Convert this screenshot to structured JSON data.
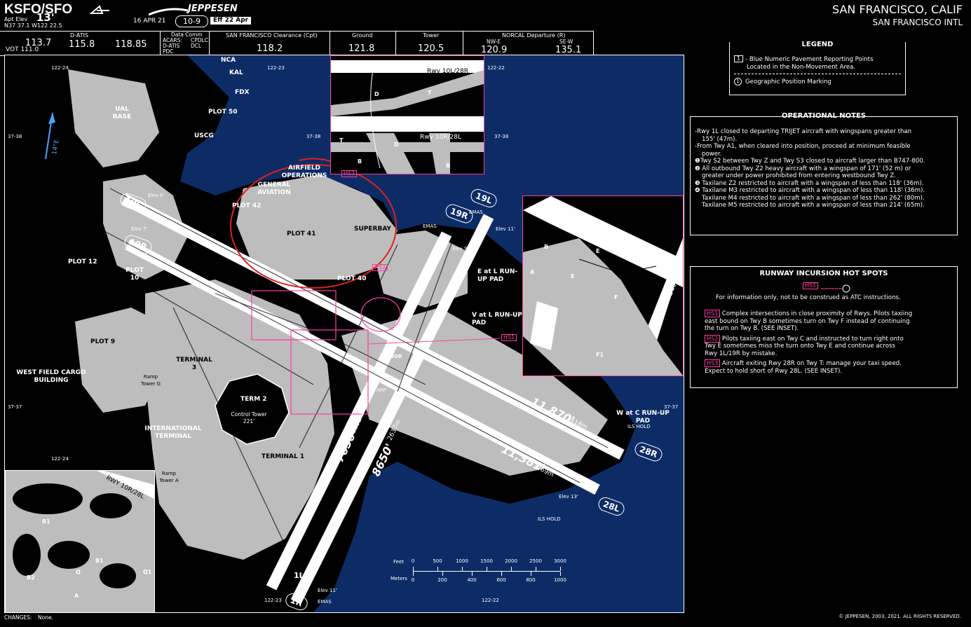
{
  "header": {
    "airport_code": "KSFO/SFO",
    "apt_elev_label": "Apt Elev",
    "apt_elev_value": "13'",
    "coords": "N37 37.1 W122 22.5",
    "date": "16 APR 21",
    "chart_number": "10-9",
    "effective": "Eff 22 Apr",
    "publisher": "JEPPESEN",
    "city": "SAN FRANCISCO, CALIF",
    "airport_name": "SAN FRANCISCO INTL"
  },
  "frequencies": {
    "vot_left": "113.7",
    "vot_label": "VOT 111.0",
    "datis_label": "D-ATIS",
    "datis_1": "115.8",
    "datis_2": "118.85",
    "datacomm_label": "Data Comm",
    "acars_label": "ACARS:",
    "acars_value": "D-ATIS",
    "pdc_label": "PDC",
    "cpdlc_label": "CPDLC:",
    "cpdlc_value": "DCL",
    "clearance_label": "SAN FRANCISCO Clearance (Cpt)",
    "clearance_value": "118.2",
    "ground_label": "Ground",
    "ground_value": "121.8",
    "tower_label": "Tower",
    "tower_value": "120.5",
    "norcal_label": "NORCAL Departure (R)",
    "nwe_label": "NW-E",
    "nwe_value": "120.9",
    "sew_label": "SE-W",
    "sew_value": "135.1"
  },
  "legend": {
    "title": "LEGEND",
    "item1_marker": "1",
    "item1_line1": "- Blue Numeric Pavement Reporting Points",
    "item1_line2": "Located in the Non-Movement Area.",
    "item2_marker": "1",
    "item2_text": "Geographic Position Marking"
  },
  "operational_notes": {
    "title": "OPERATIONAL NOTES",
    "lines": [
      "-Rwy 1L closed to departing TRIJET aircraft with wingspans greater than",
      "155' (47m).",
      "-From Twy A1, when cleared into position, proceed at minimum feasible",
      "power.",
      "❶Twy S2 between Twy Z and Twy S3 closed to aircraft larger than B747-800.",
      "❷ All outbound Twy Z2 heavy aircraft with a wingspan of 171' (52 m) or",
      "greater under power prohibited from entering westbound Twy Z.",
      "❸ Taxilane Z2 restricted to aircraft with a wingspan of less than 118' (36m).",
      "❹ Taxilane M3 restricted to aircraft with a wingspan of less than 118' (36m).",
      "Taxilane M4 restricted to aircraft with a wingspan of less than 262' (80m).",
      "Taxilane M5 restricted to aircraft with a wingspan of less than 214' (65m)."
    ]
  },
  "hot_spots": {
    "title": "RUNWAY INCURSION HOT SPOTS",
    "sample_marker": "HS1",
    "info": "For information only, not to be construed as ATC instructions.",
    "items": [
      {
        "id": "HS1",
        "line1": "Complex intersections in close proximity of Rwys. Pilots taxiing",
        "line2": "east bound on Twy B sometimes turn on Twy F instead of continuing",
        "line3": "the turn on Twy B. (SEE INSET)."
      },
      {
        "id": "HS2",
        "line1": "Pilots taxiing east on Twy C and instructed to turn right onto",
        "line2": "Twy E sometimes miss the turn onto Twy E and continue across",
        "line3": "Rwy 1L/19R by mistake."
      },
      {
        "id": "HS3",
        "line1": "Aircraft exiting Rwy 28R on Twy T: manage your taxi speed.",
        "line2": "Expect to hold short of Rwy 28L. (SEE INSET).",
        "line3": ""
      }
    ]
  },
  "map_labels": {
    "ual_base": "UAL BASE",
    "nca": "NCA",
    "kal": "KAL",
    "fdx": "FDX",
    "plot50": "PLOT 50",
    "uscg": "USCG",
    "airfield_ops": "AIRFIELD OPERATIONS",
    "general_aviation": "GENERAL AVIATION",
    "plot42": "PLOT 42",
    "plot41": "PLOT 41",
    "superbay": "SUPERBAY",
    "plot40": "PLOT 40",
    "plot12": "PLOT 12",
    "plot10": "PLOT 10",
    "plot9": "PLOT 9",
    "west_field": "WEST FIELD CARGO BUILDING",
    "terminal3": "TERMINAL 3",
    "term2": "TERM 2",
    "control_tower": "Control Tower 221'",
    "intl_terminal": "INTERNATIONAL TERMINAL",
    "terminal1": "TERMINAL 1",
    "ramp_tower_g": "Ramp Tower G",
    "ramp_tower_a": "Ramp Tower A",
    "e_runup": "E at L RUN-UP PAD",
    "v_runup": "V at L RUN-UP PAD",
    "w_runup": "W at C RUN-UP PAD",
    "ils_hold_1": "ILS HOLD",
    "ils_hold_2": "ILS HOLD",
    "vor": "VOR",
    "arp": "ARP",
    "rwy_10l": "10L",
    "rwy_10r": "10R",
    "rwy_19l": "19L",
    "rwy_19r": "19R",
    "rwy_28r": "28R",
    "rwy_28l": "28L",
    "rwy_1r": "1R",
    "rwy_1l": "1L",
    "len_10l28r": "11,870'",
    "len_10l28r_m": "3618m",
    "len_10r28l": "11,381'",
    "len_10r28l_m": "3469m",
    "len_1l19r": "7650'",
    "len_1l19r_m": "2332m",
    "len_1r19l": "8650'",
    "len_1r19l_m": "2637m",
    "emas": "EMAS",
    "elev_6": "Elev 6'",
    "elev_7": "Elev 7'",
    "elev_9": "Elev 9'",
    "elev_11": "Elev 11'",
    "elev_13": "Elev 13'",
    "elev_11b": "Elev 11'",
    "mag_var": "14°E",
    "lat_3738": "37-38",
    "lat_3737": "37-37",
    "lon_12224": "122-24",
    "lon_12223": "122-23",
    "lon_12222": "122-22"
  },
  "insets": {
    "top_rwy_a": "Rwy 10L/28R",
    "top_rwy_b": "Rwy 10R/28L",
    "right_rwy_a": "RWY 10R/28L",
    "right_rwy_b": "RWY 1L/19R",
    "bottom_rwy": "RWY 10R/28L"
  },
  "scale": {
    "feet_label": "Feet",
    "meters_label": "Meters",
    "feet": [
      "0",
      "500",
      "1000",
      "1500",
      "2000",
      "2500",
      "3000"
    ],
    "meters": [
      "0",
      "200",
      "400",
      "600",
      "800",
      "1000"
    ]
  },
  "footer": {
    "changes_label": "CHANGES:",
    "changes_value": "None.",
    "copyright": "© JEPPESEN, 2003, 2021. ALL RIGHTS RESERVED."
  },
  "colors": {
    "water": "#0d2c66",
    "pavement": "#bdbdbd",
    "land": "#000000",
    "hotspot": "#ff3fa0",
    "annotation": "#e02020"
  }
}
